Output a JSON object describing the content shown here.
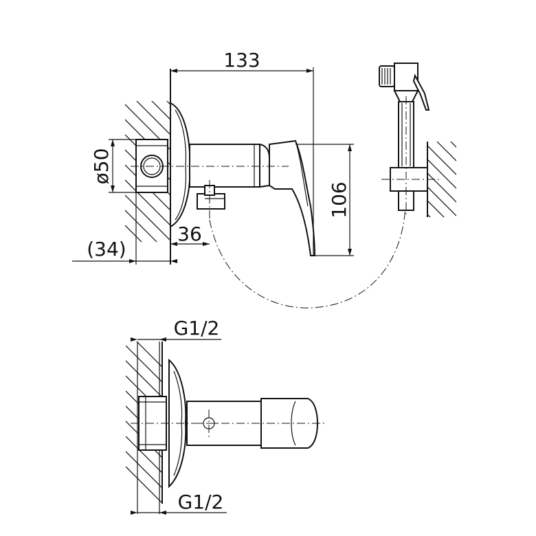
{
  "colors": {
    "line": "#111111",
    "background": "#ffffff"
  },
  "dimensions": {
    "width_133": "133",
    "height_106": "106",
    "diameter_50": "ø50",
    "depth_34": "(34)",
    "offset_36": "36",
    "thread_top": "G1/2",
    "thread_bottom": "G1/2"
  }
}
